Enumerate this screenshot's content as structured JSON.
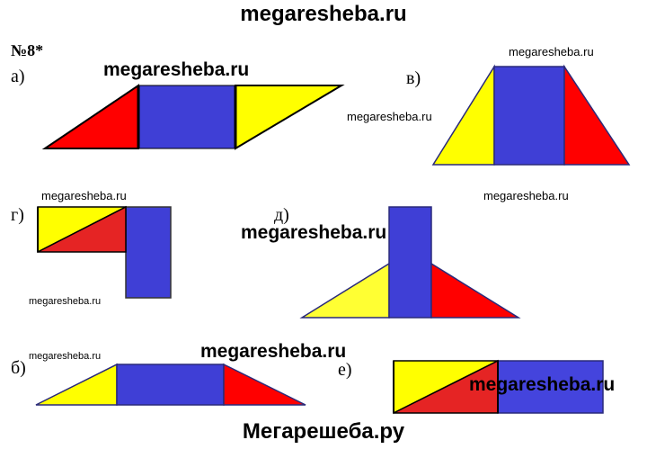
{
  "header": {
    "site": "megaresheba.ru"
  },
  "task": {
    "number": "№8*"
  },
  "labels": {
    "a": "а)",
    "b": "б)",
    "v": "в)",
    "g": "г)",
    "d": "д)",
    "e": "е)"
  },
  "watermarks": {
    "a_big": "megaresheba.ru",
    "v_top": "megaresheba.ru",
    "v_left": "megaresheba.ru",
    "g_top": "megaresheba.ru",
    "g_bottom": "megaresheba.ru",
    "d_right": "megaresheba.ru",
    "d_big": "megaresheba.ru",
    "b_small": "megaresheba.ru",
    "b_big": "megaresheba.ru",
    "e_big": "megaresheba.ru"
  },
  "footer": {
    "site": "Мегарешеба.ру"
  },
  "colors": {
    "red": "#ff0000",
    "blue": "#3f3fd6",
    "yellow": "#ffff00",
    "redDark": "#e52424",
    "blueMid": "#4444dd",
    "yellowLight": "#ffff33"
  }
}
